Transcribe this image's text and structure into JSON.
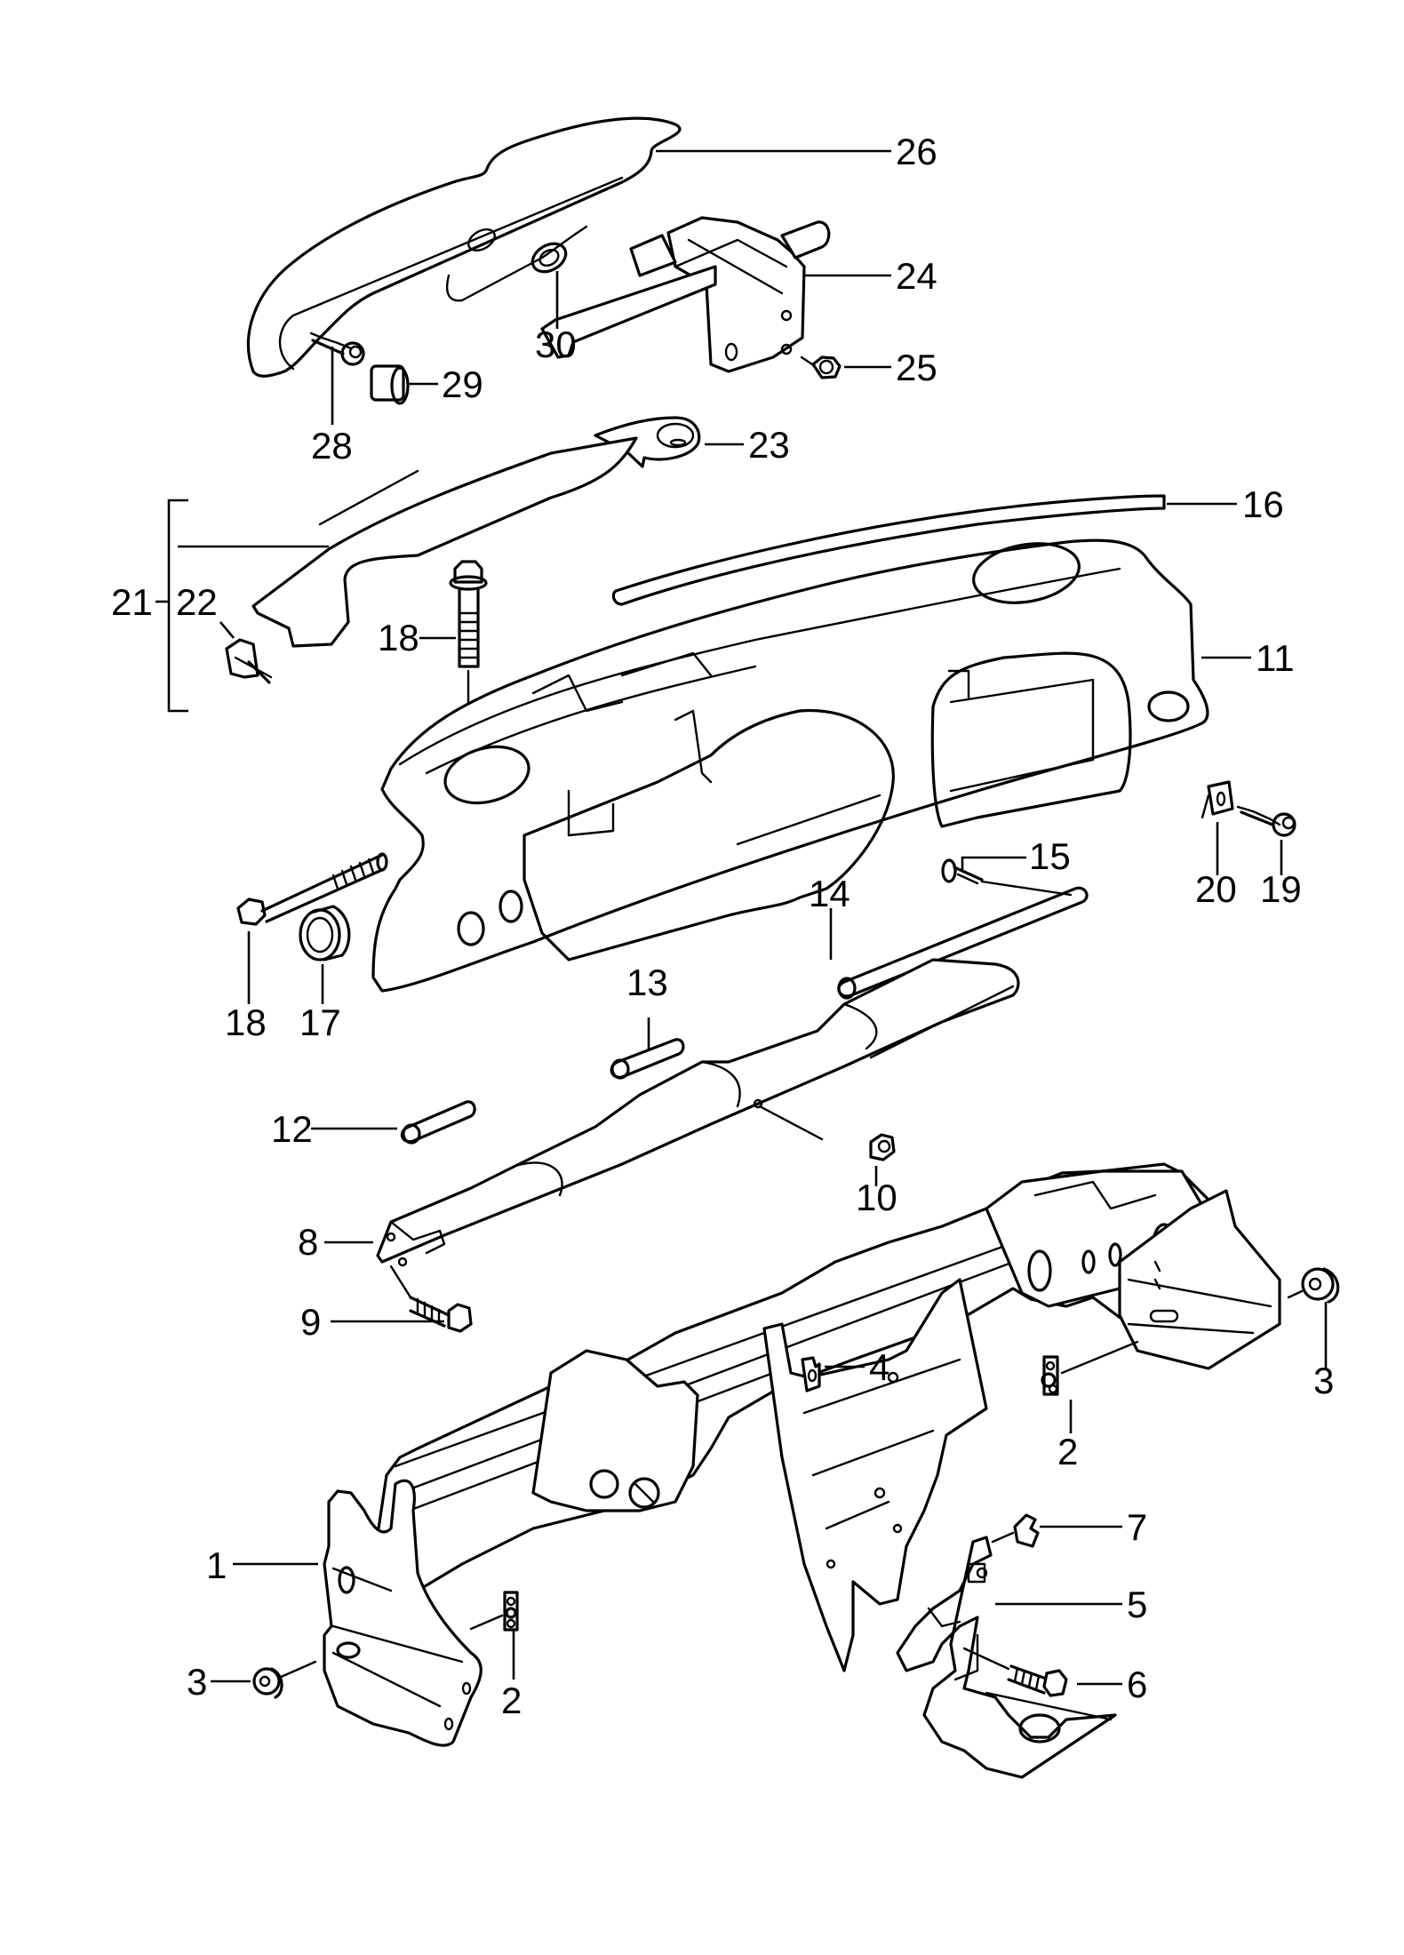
{
  "diagram": {
    "subject": "Dashboard / instrument panel assembly exploded parts diagram",
    "background_color": "#ffffff",
    "line_color": "#000000",
    "callouts": [
      {
        "id": "c1",
        "label": "1"
      },
      {
        "id": "c2a",
        "label": "2"
      },
      {
        "id": "c2b",
        "label": "2"
      },
      {
        "id": "c3a",
        "label": "3"
      },
      {
        "id": "c3b",
        "label": "3"
      },
      {
        "id": "c4",
        "label": "4"
      },
      {
        "id": "c5",
        "label": "5"
      },
      {
        "id": "c6",
        "label": "6"
      },
      {
        "id": "c7",
        "label": "7"
      },
      {
        "id": "c8",
        "label": "8"
      },
      {
        "id": "c9",
        "label": "9"
      },
      {
        "id": "c10",
        "label": "10"
      },
      {
        "id": "c11",
        "label": "11"
      },
      {
        "id": "c12",
        "label": "12"
      },
      {
        "id": "c13",
        "label": "13"
      },
      {
        "id": "c14",
        "label": "14"
      },
      {
        "id": "c15",
        "label": "15"
      },
      {
        "id": "c16",
        "label": "16"
      },
      {
        "id": "c17",
        "label": "17"
      },
      {
        "id": "c18a",
        "label": "18"
      },
      {
        "id": "c18b",
        "label": "18"
      },
      {
        "id": "c19",
        "label": "19"
      },
      {
        "id": "c20",
        "label": "20"
      },
      {
        "id": "c21",
        "label": "21"
      },
      {
        "id": "c22",
        "label": "22"
      },
      {
        "id": "c23",
        "label": "23"
      },
      {
        "id": "c24",
        "label": "24"
      },
      {
        "id": "c25",
        "label": "25"
      },
      {
        "id": "c26",
        "label": "26"
      },
      {
        "id": "c28",
        "label": "28"
      },
      {
        "id": "c29",
        "label": "29"
      },
      {
        "id": "c30",
        "label": "30"
      }
    ],
    "parts": [
      {
        "number": "1",
        "name": "side-bracket-left"
      },
      {
        "number": "2",
        "name": "clip-nut"
      },
      {
        "number": "3",
        "name": "rubber-bushing"
      },
      {
        "number": "4",
        "name": "speed-nut-clip"
      },
      {
        "number": "5",
        "name": "lower-support-bracket"
      },
      {
        "number": "6",
        "name": "hex-bolt"
      },
      {
        "number": "7",
        "name": "spring-clip"
      },
      {
        "number": "8",
        "name": "air-duct"
      },
      {
        "number": "9",
        "name": "hex-bolt"
      },
      {
        "number": "10",
        "name": "hex-nut"
      },
      {
        "number": "11",
        "name": "dashboard-panel"
      },
      {
        "number": "12",
        "name": "rod-short"
      },
      {
        "number": "13",
        "name": "rod-short"
      },
      {
        "number": "14",
        "name": "rod-long"
      },
      {
        "number": "15",
        "name": "screw"
      },
      {
        "number": "16",
        "name": "defroster-strip"
      },
      {
        "number": "17",
        "name": "grommet"
      },
      {
        "number": "18",
        "name": "long-bolt"
      },
      {
        "number": "19",
        "name": "screw"
      },
      {
        "number": "20",
        "name": "clip-nut"
      },
      {
        "number": "21",
        "name": "trim-cover-set"
      },
      {
        "number": "22",
        "name": "fastening-clip"
      },
      {
        "number": "23",
        "name": "cover-cap"
      },
      {
        "number": "24",
        "name": "bracket-assembly"
      },
      {
        "number": "25",
        "name": "hex-nut"
      },
      {
        "number": "26",
        "name": "upper-cover"
      },
      {
        "number": "28",
        "name": "screw"
      },
      {
        "number": "29",
        "name": "clip"
      },
      {
        "number": "30",
        "name": "grommet-ring"
      }
    ]
  }
}
